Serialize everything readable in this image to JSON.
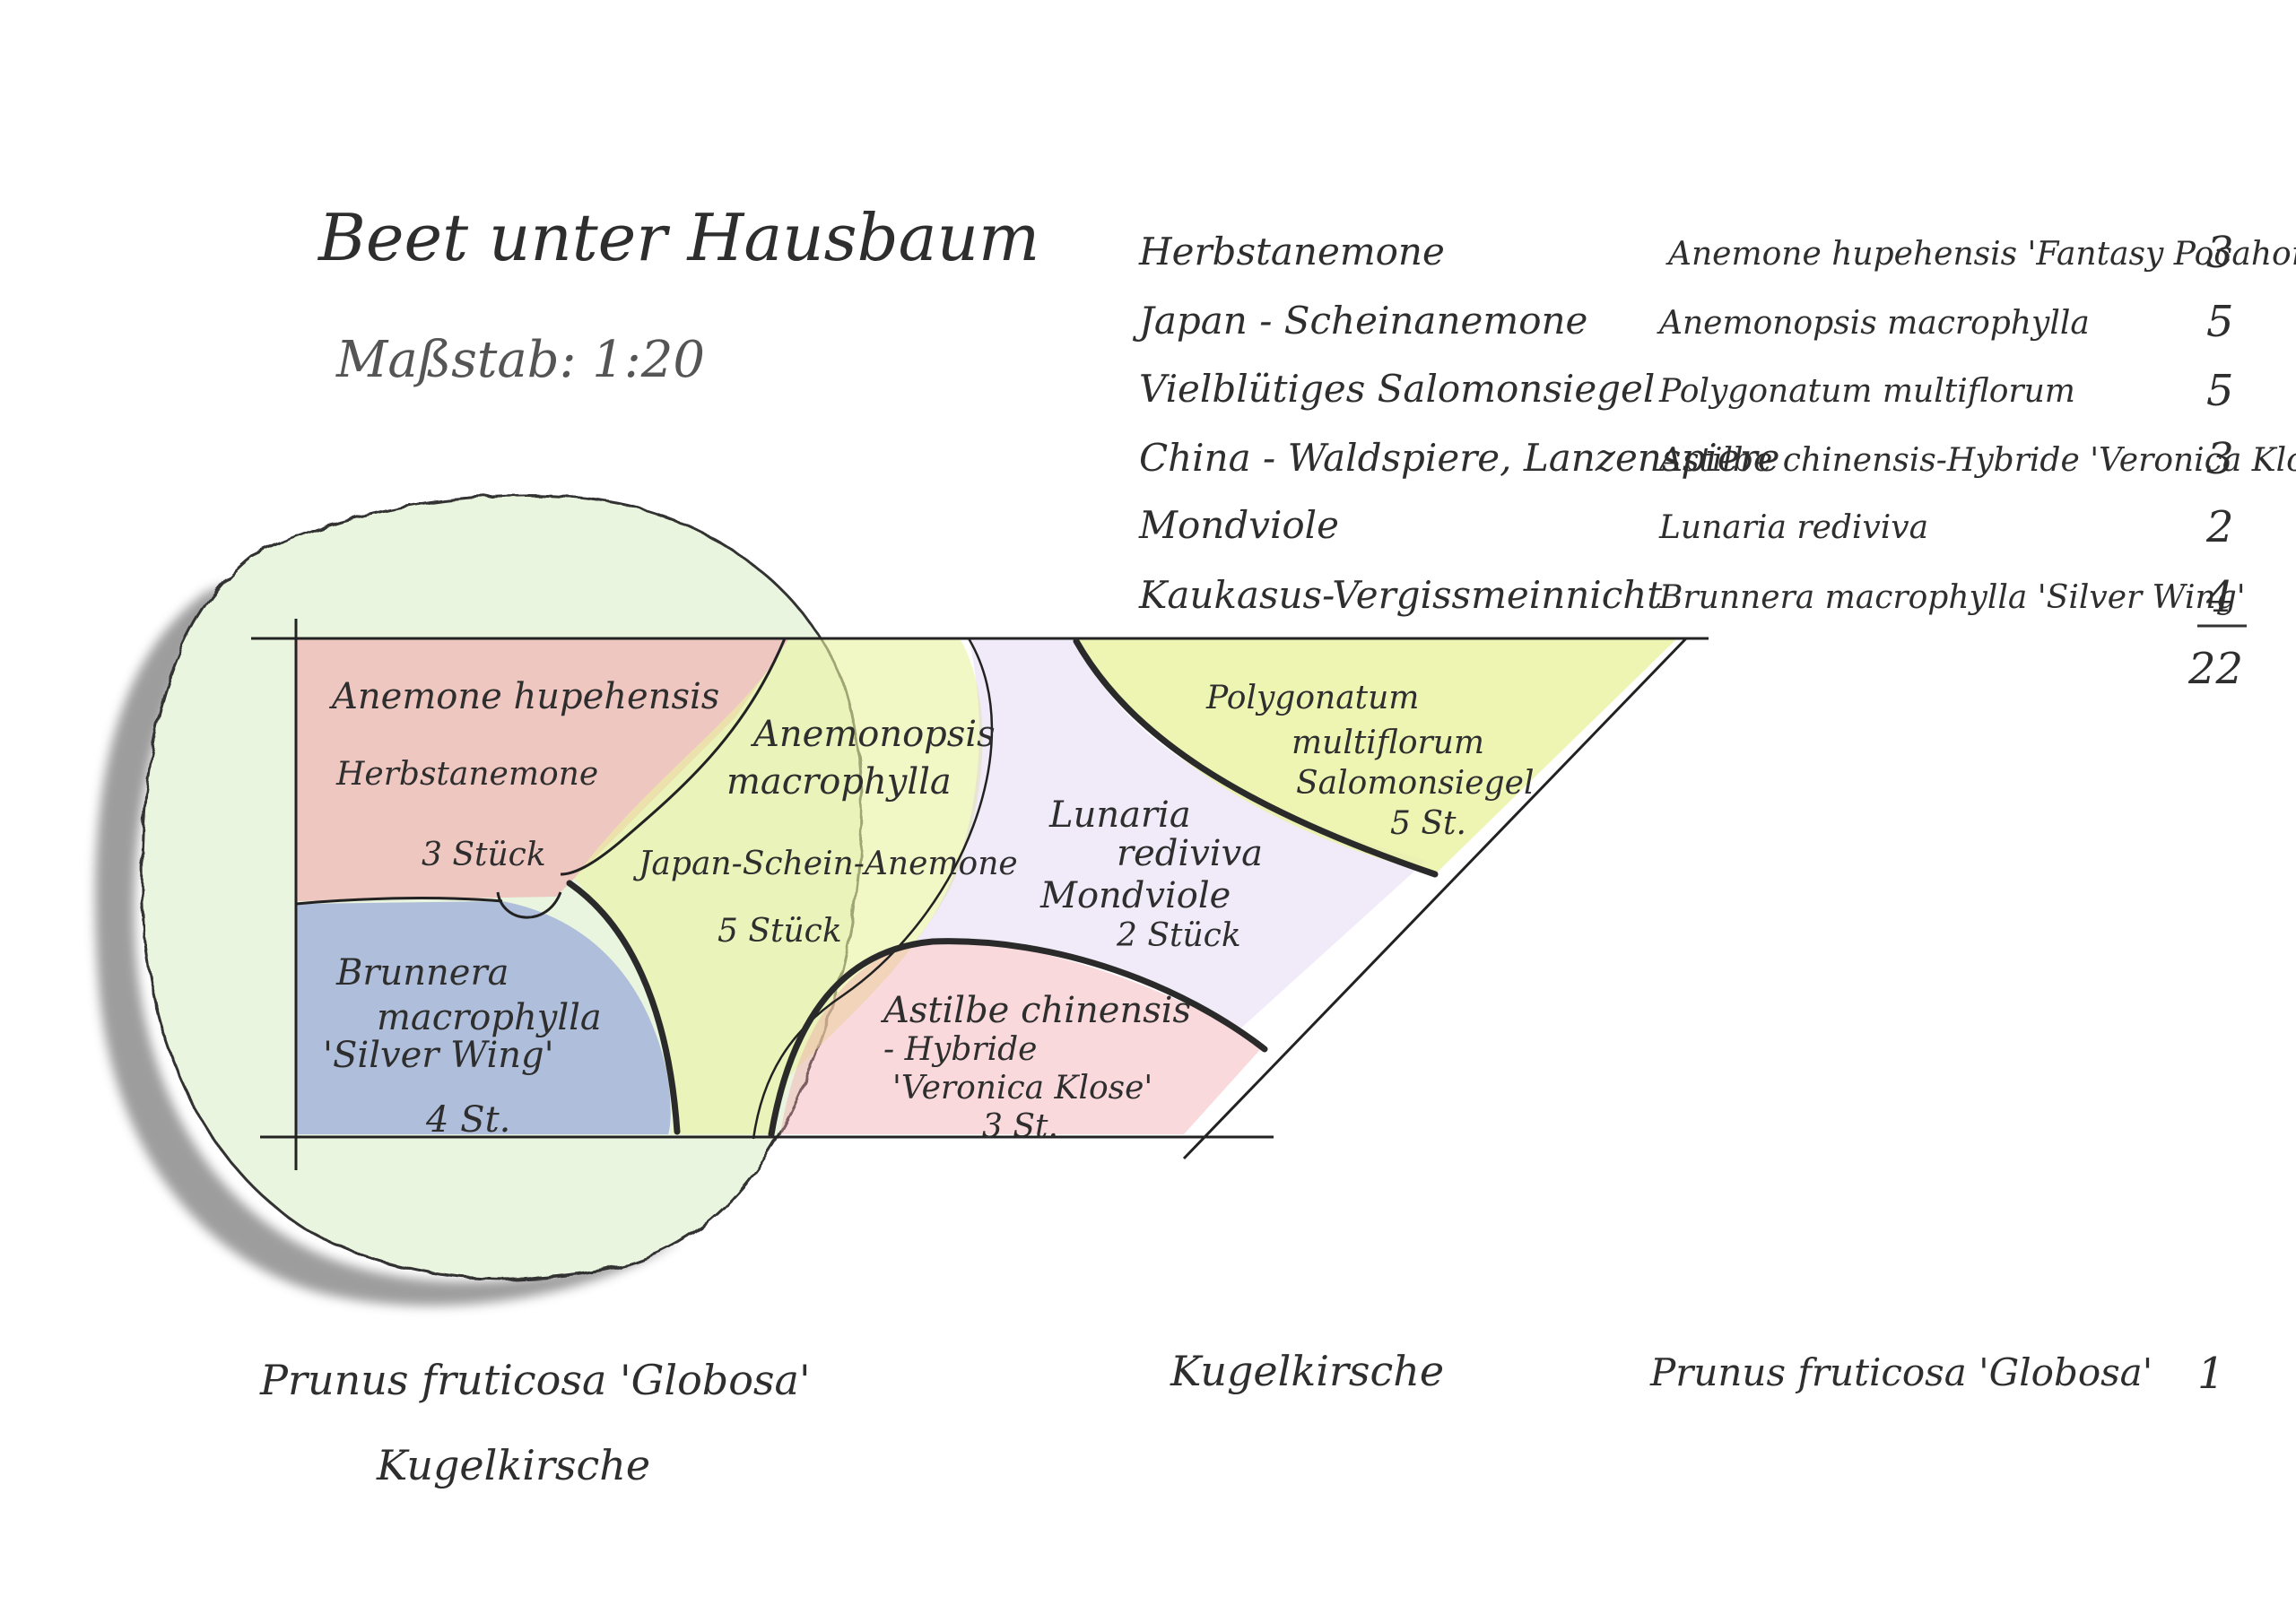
{
  "title": "Beet unter Hausbaum",
  "scale": "Maßstab: 1:20",
  "legend": [
    {
      "common": "Herbstanemone",
      "latin": "Anemone hupehensis 'Fantasy Pocahontas'",
      "count": "3"
    },
    {
      "common": "Japan - Scheinanemone",
      "latin": "Anemonopsis macrophylla",
      "count": "5"
    },
    {
      "common": "Vielblütiges Salomonsiegel",
      "latin": "Polygonatum multiflorum",
      "count": "5"
    },
    {
      "common": "China - Waldspiere, Lanzenspiere",
      "latin": "Astilbe chinensis-Hybride 'Veronica Klose'",
      "count": "3"
    },
    {
      "common": "Mondviole",
      "latin": "Lunaria rediviva",
      "count": "2"
    },
    {
      "common": "Kaukasus-Vergissmeinnicht",
      "latin": "Brunnera macrophylla 'Silver Wing'",
      "count": "4"
    }
  ],
  "legend_total": "22",
  "tree_legend": {
    "common": "Kugelkirsche",
    "latin": "Prunus fruticosa 'Globosa'",
    "count": "1"
  },
  "bed_labels": {
    "anemone": [
      "Anemone hupehensis",
      "Herbstanemone",
      "3 Stück"
    ],
    "anemonopsis": [
      "Anemonopsis",
      "macrophylla",
      "Japan-Schein-Anemone",
      "5 Stück"
    ],
    "polygonatum": [
      "Polygonatum",
      "multiflorum",
      "Salomonsiegel",
      "5 St."
    ],
    "lunaria": [
      "Lunaria",
      "rediviva",
      "Mondviole",
      "2 Stück"
    ],
    "brunnera": [
      "Brunnera",
      "macrophylla",
      "'Silver Wing'",
      "4 St."
    ],
    "astilbe": [
      "Astilbe chinensis",
      "- Hybride",
      "'Veronica Klose'",
      "3 St."
    ]
  },
  "tree_caption": [
    "Prunus fruticosa 'Globosa'",
    "Kugelkirsche"
  ],
  "colors": {
    "red": "#f2a0a8",
    "blue": "#7d8fd6",
    "green": "#b8dda0",
    "yellow": "#eaf2a0",
    "purple": "#d8c4ec",
    "shadow": "#8c8c8c"
  }
}
